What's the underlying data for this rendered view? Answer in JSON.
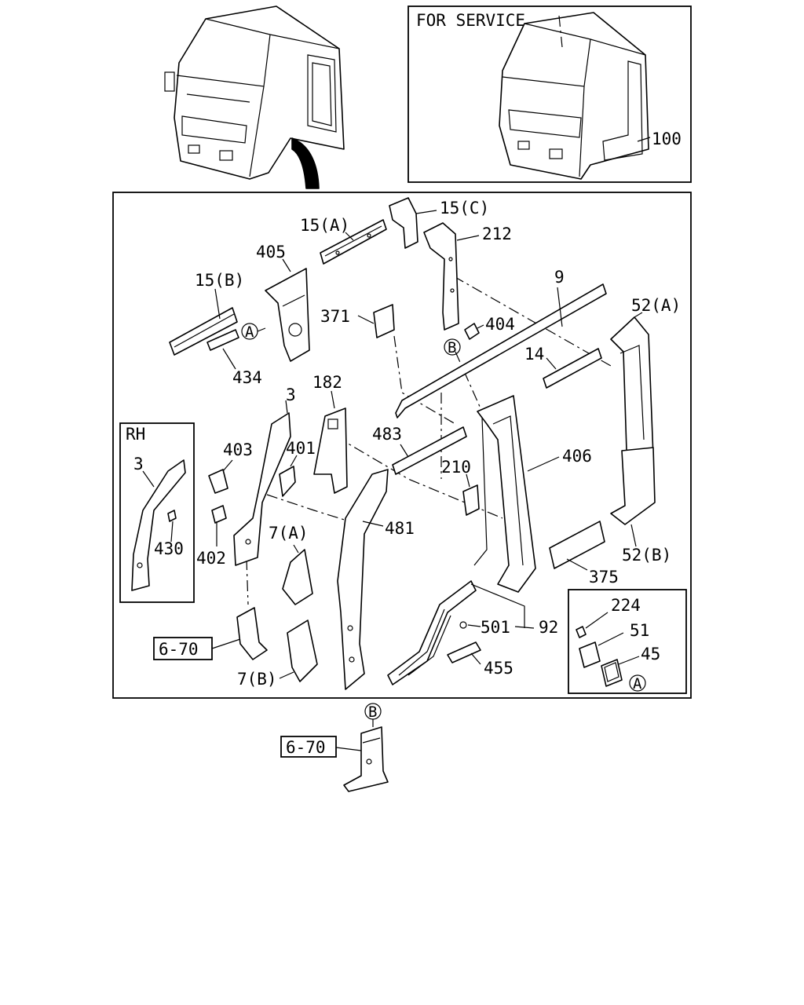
{
  "inset_for_service": {
    "title": "FOR SERVICE",
    "part_label": "100"
  },
  "inset_rh": {
    "title": "RH",
    "labels": [
      "3",
      "430"
    ]
  },
  "inset_seal": {
    "labels": [
      "224",
      "51",
      "45"
    ],
    "ref_marker": "A"
  },
  "part_labels": {
    "p15a": "15(A)",
    "p15b": "15(B)",
    "p15c": "15(C)",
    "p212": "212",
    "p405": "405",
    "p434": "434",
    "p371": "371",
    "p404": "404",
    "p9": "9",
    "p52a": "52(A)",
    "p52b": "52(B)",
    "p14": "14",
    "p182": "182",
    "p3": "3",
    "p403": "403",
    "p401": "401",
    "p402": "402",
    "p483": "483",
    "p210": "210",
    "p406": "406",
    "p481": "481",
    "p7a": "7(A)",
    "p7b": "7(B)",
    "p375": "375",
    "p501": "501",
    "p92": "92",
    "p455": "455"
  },
  "ref_markers": {
    "a": "A",
    "b": "B"
  },
  "page_refs": {
    "ref1": "6-70",
    "ref2": "6-70"
  }
}
